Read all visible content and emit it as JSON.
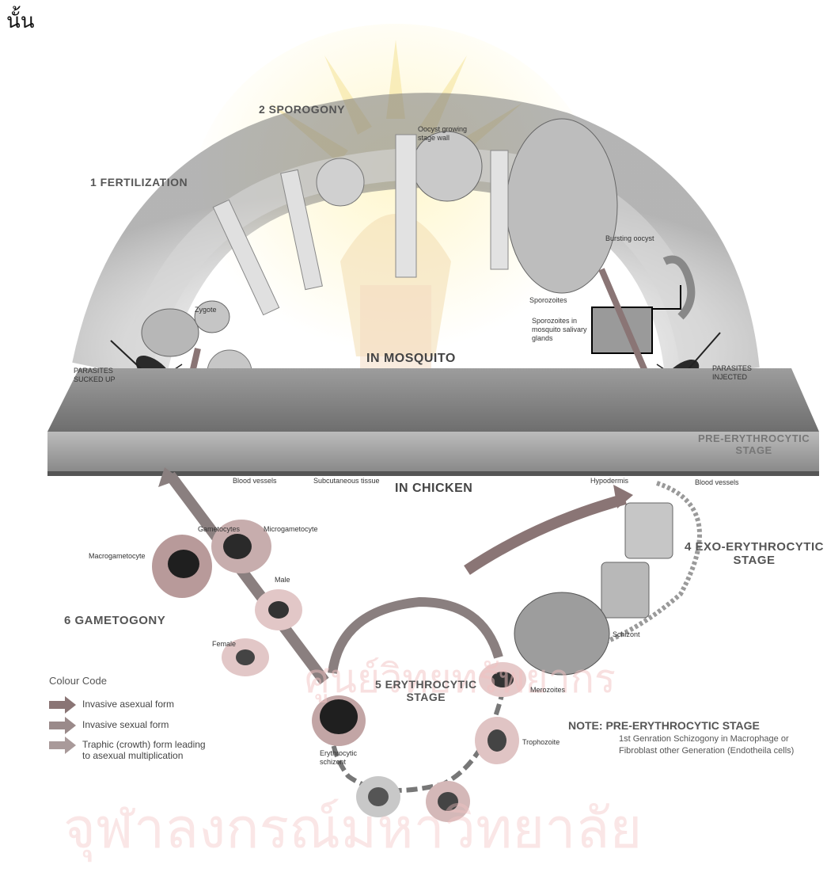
{
  "thai_top": "นั้น",
  "stages": {
    "fertilization": "1 FERTILIZATION",
    "sporogony": "2 SPOROGONY",
    "exo_erythrocytic_line1": "4 EXO-ERYTHROCYTIC",
    "exo_erythrocytic_line2": "STAGE",
    "pre_erythrocytic_line1": "PRE-ERYTHROCYTIC",
    "pre_erythrocytic_line2": "STAGE",
    "erythrocytic_line1": "5 ERYTHROCYTIC",
    "erythrocytic_line2": "STAGE",
    "gametogony": "6 GAMETOGONY"
  },
  "regions": {
    "mosquito": "IN MOSQUITO",
    "chicken": "IN CHICKEN"
  },
  "side_labels": {
    "sucked_up_1": "PARASITES",
    "sucked_up_2": "SUCKED UP",
    "injected_1": "PARASITES",
    "injected_2": "INJECTED"
  },
  "small_labels": {
    "oocyst": "Oocyst growing",
    "oocyst2": "stage wall",
    "bursting": "Bursting oocyst",
    "sporozoites": "Sporozoites",
    "salivary1": "Sporozoites in",
    "salivary2": "mosquito salivary",
    "salivary3": "glands",
    "zygote": "Zygote",
    "blood_vessels_left": "Blood vessels",
    "subcutaneous": "Subcutaneous tissue",
    "blood_vessels_right": "Blood vessels",
    "hypodermis": "Hypodermis",
    "gametocytes": "Gametocytes",
    "macrogametocyte": "Macrogametocyte",
    "microgametocyte": "Microgametocyte",
    "male": "Male",
    "female": "Female",
    "schizont": "Schizont",
    "merozoites": "Merozoites",
    "trophozoite": "Trophozoite",
    "erythrocytic_schizont1": "Erythrocytic",
    "erythrocytic_schizont2": "schizont"
  },
  "legend": {
    "title": "Colour Code",
    "items": [
      {
        "label": "Invasive asexual form",
        "color": "#8a7575"
      },
      {
        "label": "Invasive sexual form",
        "color": "#9a8a8a"
      },
      {
        "label": "Traphic (crowth) form leading to asexual multiplication",
        "color": "#a99a9a"
      }
    ]
  },
  "note": {
    "title": "NOTE: PRE-ERYTHROCYTIC STAGE",
    "body": "1st Genration Schizogony in Macrophage or Fibroblast other Generation (Endotheila cells)"
  },
  "watermark": "ศูนย์วิทยทรัพยากร จุฬาลงกรณ์มหาวิทยาลัย",
  "watermark_line1": "ศูนย์วิทยทรัพยากร",
  "watermark_line2": "จุฬาลงกรณ์มหาวิทยาลัย"
}
